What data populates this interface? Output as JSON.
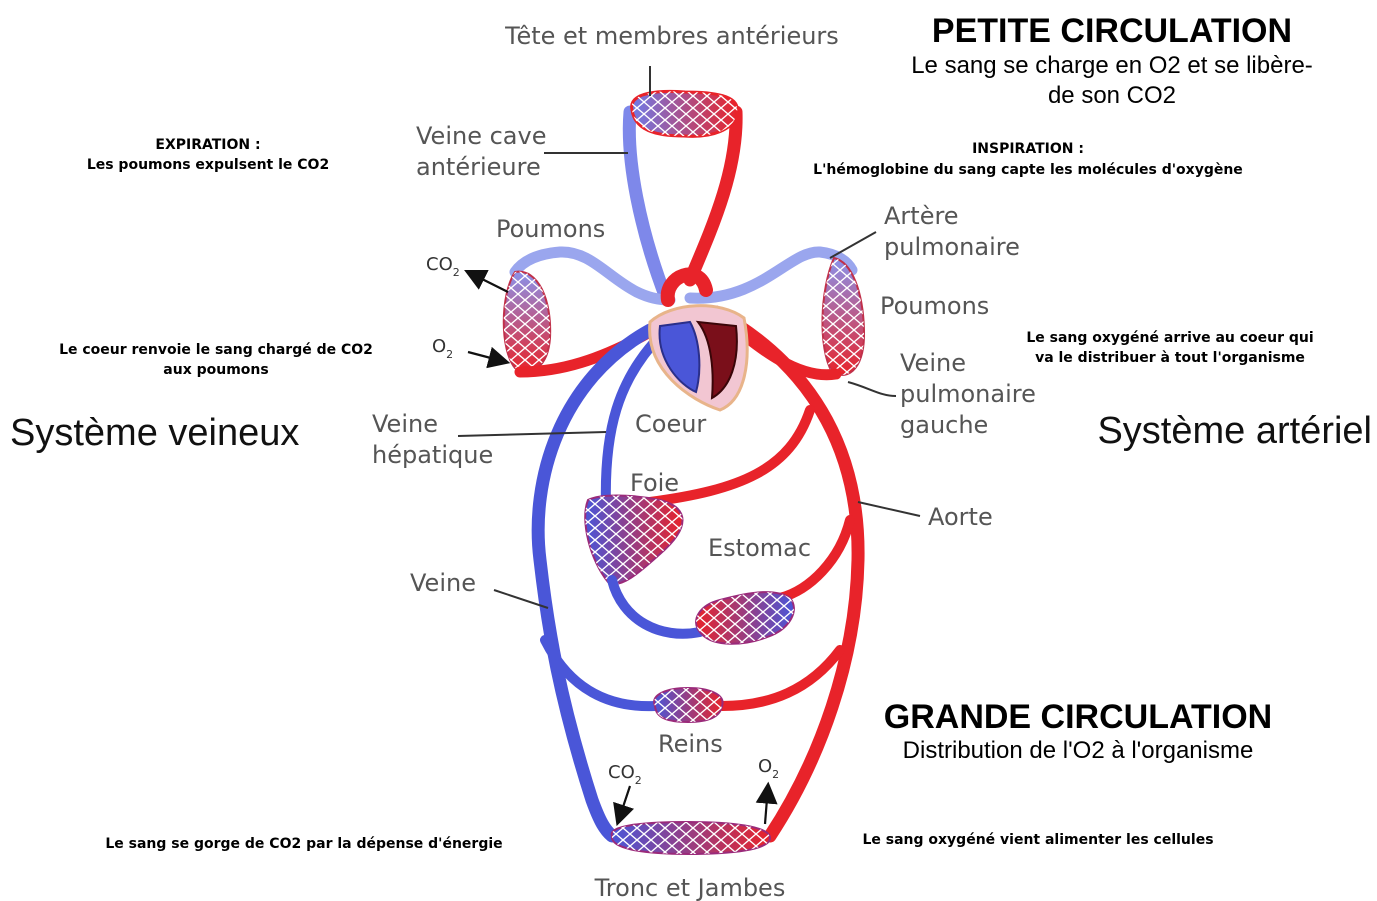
{
  "colors": {
    "vein": "#4a56d8",
    "artery": "#e8232a",
    "vein_light": "#9aa6ee",
    "mix": "#b33a8a",
    "text": "#555555"
  },
  "titles": {
    "petite_title": "PETITE CIRCULATION",
    "petite_sub_1": "Le sang se charge en O2 et se libère-",
    "petite_sub_2": "de son CO2",
    "grande_title": "GRANDE CIRCULATION",
    "grande_sub": "Distribution de l'O2 à l'organisme",
    "systeme_veineux": "Système veineux",
    "systeme_arteriel": "Système artériel"
  },
  "notes": {
    "expiration_1": "EXPIRATION :",
    "expiration_2": "Les poumons expulsent le CO2",
    "inspiration_1": "INSPIRATION :",
    "inspiration_2": "L'hémoglobine du sang capte les molécules d'oxygène",
    "coeur_renvoie_1": "Le coeur renvoie le sang chargé de CO2",
    "coeur_renvoie_2": "aux poumons",
    "sang_oxygene_arrive_1": "Le sang oxygéné arrive au coeur qui",
    "sang_oxygene_arrive_2": "va le distribuer à tout l'organisme",
    "sang_gorge": "Le sang se gorge de CO2 par la dépense d'énergie",
    "sang_alimente": "Le sang oxygéné vient alimenter les cellules"
  },
  "labels": {
    "tete": "Tête et membres antérieurs",
    "veine_cave_1": "Veine cave",
    "veine_cave_2": "antérieure",
    "poumons_left": "Poumons",
    "poumons_right": "Poumons",
    "artere_1": "Artère",
    "artere_2": "pulmonaire",
    "veine_pulm_1": "Veine",
    "veine_pulm_2": "pulmonaire",
    "veine_pulm_3": "gauche",
    "coeur": "Coeur",
    "veine_hep_1": "Veine",
    "veine_hep_2": "hépatique",
    "foie": "Foie",
    "estomac": "Estomac",
    "aorte": "Aorte",
    "veine": "Veine",
    "reins": "Reins",
    "tronc": "Tronc et Jambes"
  },
  "gases": {
    "co2_top": "CO",
    "co2_top_sub": "2",
    "o2_top": "O",
    "o2_top_sub": "2",
    "co2_bottom": "CO",
    "co2_bottom_sub": "2",
    "o2_bottom": "O",
    "o2_bottom_sub": "2"
  }
}
